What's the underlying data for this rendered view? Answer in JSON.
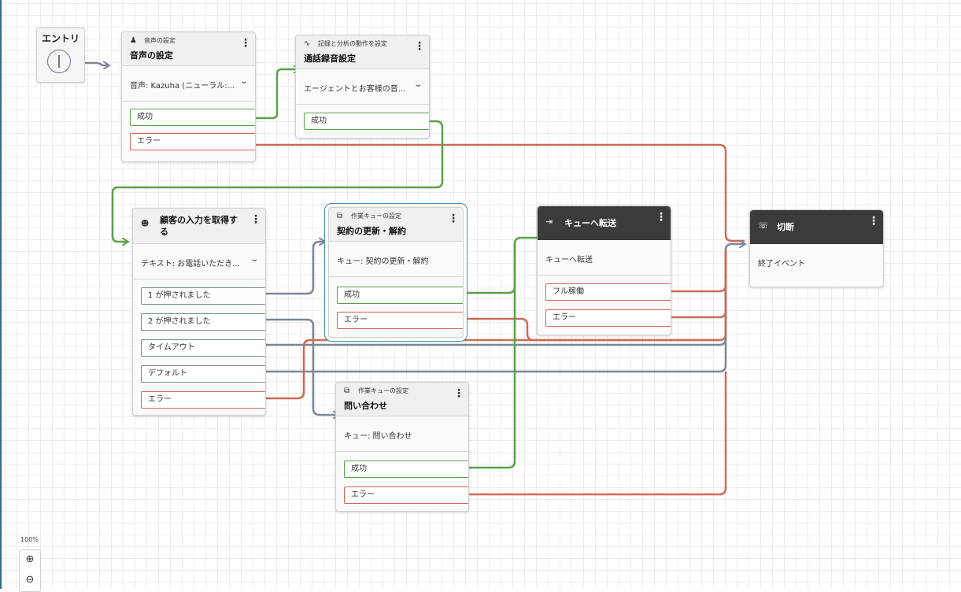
{
  "entry": {
    "label": "エントリ"
  },
  "blocks": {
    "voice": {
      "subtitle": "音声の設定",
      "title": "音声の設定",
      "body": "音声: Kazuha (ニューラル:...",
      "branches": [
        "成功",
        "エラー"
      ]
    },
    "recording": {
      "subtitle": "記録と分析の動作を設定",
      "title": "通話録音設定",
      "body": "エージェントとお客様の音...",
      "branches": [
        "成功"
      ]
    },
    "input": {
      "title_line1": "顧客の入力を取得す",
      "title_line2": "る",
      "body": "テキスト: お電話いただき...",
      "branches": [
        "1 が押されました",
        "2 が押されました",
        "タイムアウト",
        "デフォルト",
        "エラー"
      ]
    },
    "queue_renewal": {
      "subtitle": "作業キューの設定",
      "title": "契約の更新・解約",
      "body": "キュー: 契約の更新・解約",
      "branches": [
        "成功",
        "エラー"
      ]
    },
    "queue_inquiry": {
      "subtitle": "作業キューの設定",
      "title": "問い合わせ",
      "body": "キュー: 問い合わせ",
      "branches": [
        "成功",
        "エラー"
      ]
    },
    "transfer": {
      "title": "キューへ転送",
      "body": "キューへ転送",
      "branches": [
        "フル稼働",
        "エラー"
      ]
    },
    "disconnect": {
      "title": "切断",
      "body": "終了イベント"
    }
  },
  "zoom": {
    "level": "100%"
  },
  "colors": {
    "success": "#5aa04a",
    "error": "#cc6a55",
    "neutral": "#7b8798",
    "dark_header": "#3b3b3b"
  },
  "icons": {
    "voice": "voice-settings-icon",
    "recording": "waveform-icon",
    "input": "get-input-icon",
    "queue": "queue-add-icon",
    "transfer": "transfer-icon",
    "disconnect": "hangup-icon",
    "menu": "kebab-menu-icon",
    "zoom_in": "zoom-in-icon",
    "zoom_out": "zoom-out-icon"
  }
}
